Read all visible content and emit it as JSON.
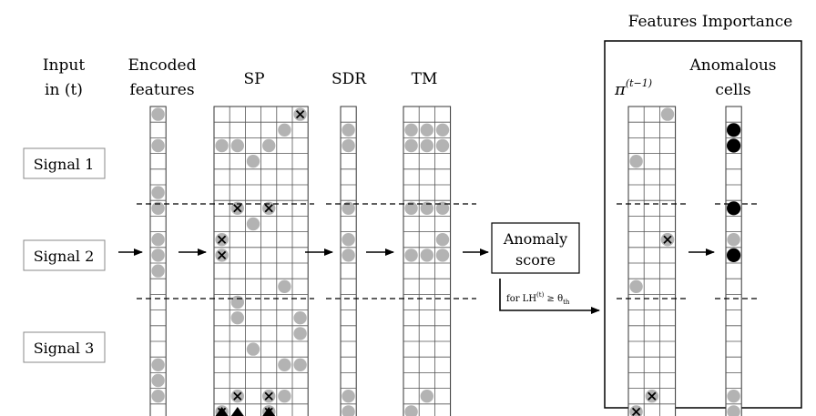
{
  "labels": {
    "input": "Input",
    "input_time": "in (t)",
    "encoded_1": "Encoded",
    "encoded_2": "features",
    "sp": "SP",
    "sdr": "SDR",
    "tm": "TM",
    "features_importance": "Features Importance",
    "pi": "π",
    "pi_sup": "(t−1)",
    "anomalous_1": "Anomalous",
    "anomalous_2": "cells",
    "anomaly_1": "Anomaly",
    "anomaly_2": "score",
    "threshold_prefix": "for LH",
    "threshold_sup": "(t)",
    "threshold_suffix": " ≥ θ",
    "threshold_sub": "th"
  },
  "signals": [
    "Signal 1",
    "Signal 2",
    "Signal 3"
  ],
  "grids": {
    "encoded": {
      "cols": 1,
      "grey": [
        [
          0,
          0
        ],
        [
          0,
          2
        ],
        [
          0,
          5
        ],
        [
          0,
          6
        ],
        [
          0,
          8
        ],
        [
          0,
          9
        ],
        [
          0,
          10
        ],
        [
          0,
          16
        ],
        [
          0,
          17
        ],
        [
          0,
          18
        ]
      ]
    },
    "sp": {
      "cols": 6,
      "grey": [
        [
          4,
          1
        ],
        [
          1,
          2
        ],
        [
          0,
          2
        ],
        [
          3,
          2
        ],
        [
          2,
          3
        ],
        [
          2,
          7
        ],
        [
          4,
          18
        ],
        [
          3,
          19
        ],
        [
          1,
          12
        ],
        [
          1,
          13
        ],
        [
          4,
          11
        ],
        [
          5,
          13
        ],
        [
          5,
          14
        ],
        [
          2,
          15
        ],
        [
          5,
          16
        ],
        [
          4,
          16
        ]
      ],
      "cross": [
        [
          5,
          0
        ],
        [
          1,
          6
        ],
        [
          3,
          6
        ],
        [
          0,
          8
        ],
        [
          0,
          9
        ],
        [
          1,
          18
        ],
        [
          3,
          18
        ],
        [
          0,
          19
        ],
        [
          3,
          19
        ]
      ]
    },
    "sdr": {
      "cols": 1,
      "grey": [
        [
          0,
          1
        ],
        [
          0,
          2
        ],
        [
          0,
          6
        ],
        [
          0,
          8
        ],
        [
          0,
          9
        ],
        [
          0,
          18
        ],
        [
          0,
          19
        ]
      ]
    },
    "tm": {
      "cols": 3,
      "grey": [
        [
          0,
          1
        ],
        [
          1,
          1
        ],
        [
          2,
          1
        ],
        [
          0,
          2
        ],
        [
          1,
          2
        ],
        [
          2,
          2
        ],
        [
          0,
          6
        ],
        [
          1,
          6
        ],
        [
          2,
          6
        ],
        [
          2,
          8
        ],
        [
          0,
          9
        ],
        [
          1,
          9
        ],
        [
          2,
          9
        ],
        [
          1,
          18
        ],
        [
          0,
          19
        ]
      ]
    },
    "pi": {
      "cols": 3,
      "grey": [
        [
          2,
          0
        ],
        [
          0,
          3
        ],
        [
          0,
          11
        ],
        [
          2,
          8
        ]
      ],
      "cross": [
        [
          2,
          8
        ],
        [
          1,
          18
        ],
        [
          0,
          19
        ]
      ]
    },
    "anomalous": {
      "cols": 1,
      "grey": [
        [
          0,
          8
        ],
        [
          0,
          18
        ],
        [
          0,
          19
        ]
      ],
      "black": [
        [
          0,
          1
        ],
        [
          0,
          2
        ],
        [
          0,
          6
        ],
        [
          0,
          9
        ]
      ]
    }
  },
  "sp_markers": [
    "up-arrowhead",
    "up-arrowhead",
    "up-arrowhead"
  ]
}
